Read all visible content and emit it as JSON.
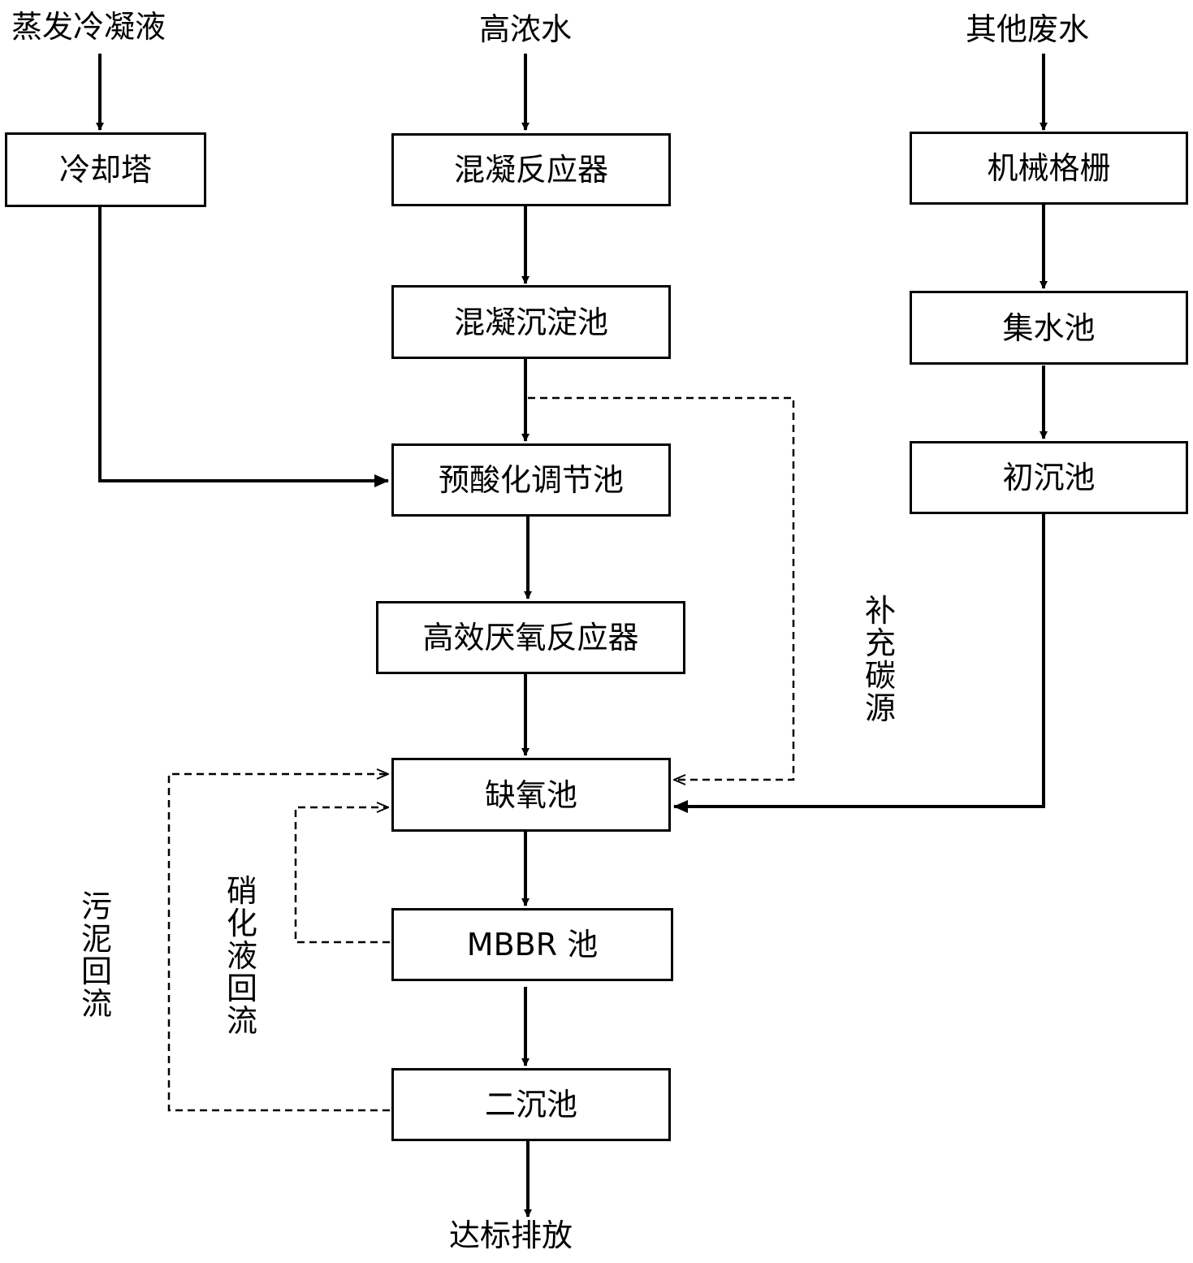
{
  "inputs": {
    "evaporation_condensate": "蒸发冷凝液",
    "high_concentration_water": "高浓水",
    "other_wastewater": "其他废水"
  },
  "boxes": {
    "cooling_tower": "冷却塔",
    "coagulation_reactor": "混凝反应器",
    "coagulation_sedimentation": "混凝沉淀池",
    "preacidification_tank": "预酸化调节池",
    "anaerobic_reactor": "高效厌氧反应器",
    "anoxic_tank": "缺氧池",
    "mbbr_tank": "MBBR 池",
    "secondary_clarifier": "二沉池",
    "mechanical_screen": "机械格栅",
    "collection_tank": "集水池",
    "primary_sedimentation": "初沉池"
  },
  "annotations": {
    "carbon_supplement": "补充碳源",
    "sludge_return": "污泥回流",
    "nitrification_return": "硝化液回流"
  },
  "output": {
    "discharge": "达标排放"
  }
}
